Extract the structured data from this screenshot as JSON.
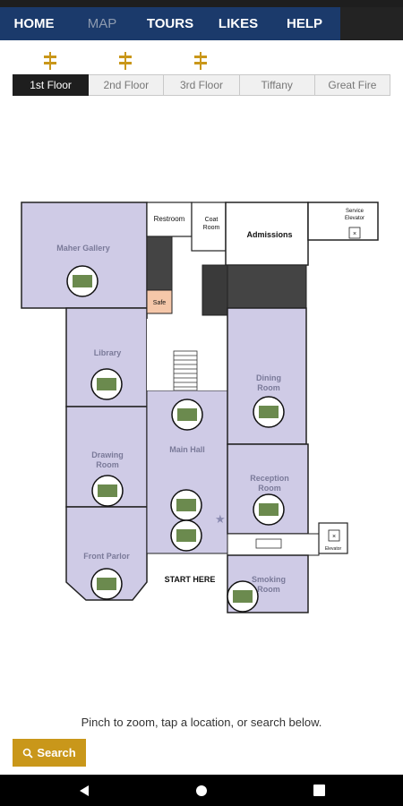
{
  "nav": {
    "items": [
      {
        "label": "HOME",
        "active": false
      },
      {
        "label": "MAP",
        "active": true
      },
      {
        "label": "TOURS",
        "active": false
      },
      {
        "label": "LIKES",
        "active": false
      },
      {
        "label": "HELP",
        "active": false
      }
    ]
  },
  "floor_tabs": [
    {
      "label": "1st Floor",
      "selected": true
    },
    {
      "label": "2nd Floor",
      "selected": false
    },
    {
      "label": "3rd Floor",
      "selected": false
    },
    {
      "label": "Tiffany",
      "selected": false
    },
    {
      "label": "Great Fire",
      "selected": false
    }
  ],
  "map": {
    "rooms": {
      "maher_gallery": "Maher Gallery",
      "library": "Library",
      "drawing_room_1": "Drawing",
      "drawing_room_2": "Room",
      "front_parlor": "Front Parlor",
      "main_hall": "Main Hall",
      "dining_room_1": "Dining",
      "dining_room_2": "Room",
      "reception_room_1": "Reception",
      "reception_room_2": "Room",
      "smoking_room_1": "Smoking",
      "smoking_room_2": "Room",
      "restroom": "Restroom",
      "coat_room_1": "Coat",
      "coat_room_2": "Room",
      "admissions": "Admissions",
      "service_elevator_1": "Service",
      "service_elevator_2": "Elevator",
      "safe": "Safe",
      "elevator": "Elevator",
      "start_here": "START HERE"
    }
  },
  "hint_text": "Pinch to zoom, tap a location, or search below.",
  "search_label": "Search",
  "colors": {
    "nav_bg": "#1b3a6b",
    "room_fill": "#cfcbe6",
    "accent_gold": "#c9971a",
    "safe_fill": "#f5c7a9"
  },
  "icons": [
    "floor-marker-icon",
    "search-icon",
    "back-icon",
    "home-icon",
    "recents-icon",
    "artwork-thumbnail-icon",
    "star-icon"
  ]
}
